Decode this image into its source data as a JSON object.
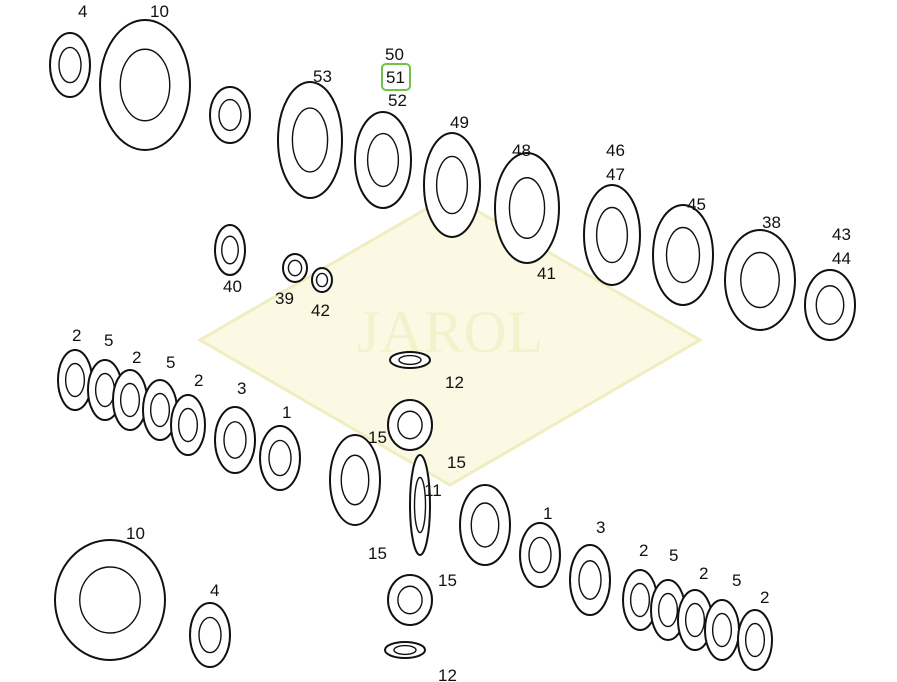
{
  "diagram": {
    "watermark": "JAROL",
    "highlight_color": "#6fc24a",
    "highlighted_label": "51",
    "labels": [
      "4",
      "10",
      "53",
      "50",
      "51",
      "52",
      "49",
      "48",
      "46",
      "47",
      "45",
      "38",
      "43",
      "44",
      "40",
      "39",
      "42",
      "41",
      "12",
      "15",
      "15",
      "11",
      "2",
      "5",
      "2",
      "5",
      "2",
      "3",
      "1",
      "15",
      "15",
      "12",
      "10",
      "4",
      "1",
      "3",
      "2",
      "5",
      "2",
      "5",
      "2"
    ]
  }
}
